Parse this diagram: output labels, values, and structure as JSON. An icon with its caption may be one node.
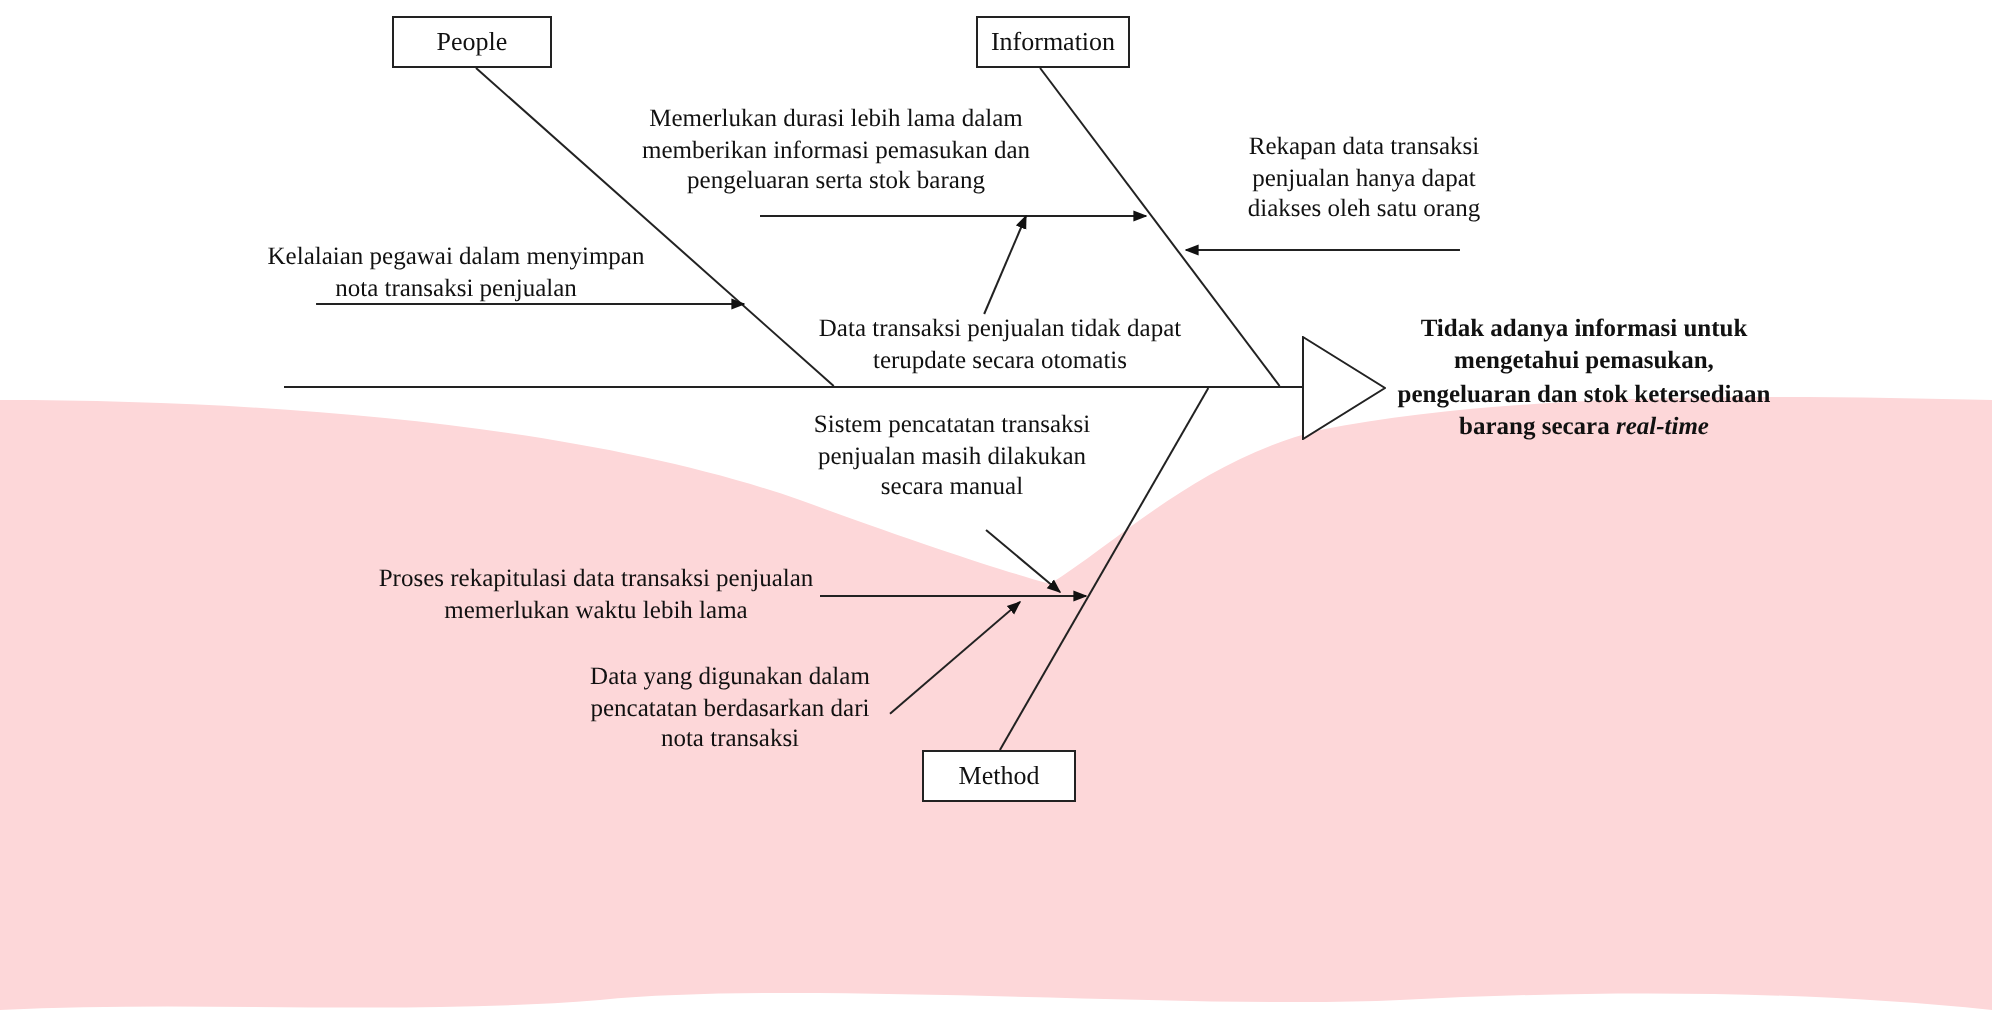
{
  "diagram": {
    "nodes": [
      {
        "text": [
          "People"
        ]
      },
      {
        "text": [
          "Information"
        ]
      },
      {
        "text": [
          "Method"
        ]
      },
      {
        "text": [
          "Kelalaian pegawai dalam menyimpan nota transaksi penjualan"
        ]
      },
      {
        "text": [
          "Memerlukan durasi lebih lama dalam memberikan informasi pemasukan dan pengeluaran serta stok barang"
        ]
      },
      {
        "text": [
          "Data transaksi penjualan tidak dapat terupdate secara otomatis"
        ]
      },
      {
        "text": [
          "Rekapan data transaksi penjualan hanya dapat diakses oleh satu orang"
        ]
      },
      {
        "text": [
          "Sistem pencatatan transaksi penjualan masih dilakukan secara manual"
        ]
      },
      {
        "text": [
          "Proses rekapitulasi data transaksi penjualan memerlukan waktu lebih lama"
        ]
      },
      {
        "text": [
          "Data yang digunakan dalam pencatatan berdasarkan dari nota transaksi"
        ]
      },
      {
        "text": [],
        "shape": "triangle",
        "beside": [
          "Tidak adanya informasi untuk mengetahui pemasukan, pengeluaran  dan stok ketersediaan barang secara *real-time*"
        ]
      },
      {
        "text": [],
        "shape": "line"
      }
    ],
    "edges": [
      {
        "from": 0,
        "to": 11,
        "arrow": "none"
      },
      {
        "from": 1,
        "to": 11,
        "arrow": "none"
      },
      {
        "from": 2,
        "to": 11,
        "arrow": "none"
      },
      {
        "from": 3,
        "to": null,
        "arrow": "to"
      },
      {
        "from": 4,
        "to": null,
        "arrow": "to"
      },
      {
        "from": 5,
        "to": 4,
        "arrow": "to"
      },
      {
        "from": 6,
        "to": null,
        "arrow": "to"
      },
      {
        "from": 7,
        "to": null,
        "arrow": "to"
      },
      {
        "from": 8,
        "to": null,
        "arrow": "to"
      },
      {
        "from": 9,
        "to": null,
        "arrow": "to"
      }
    ]
  }
}
